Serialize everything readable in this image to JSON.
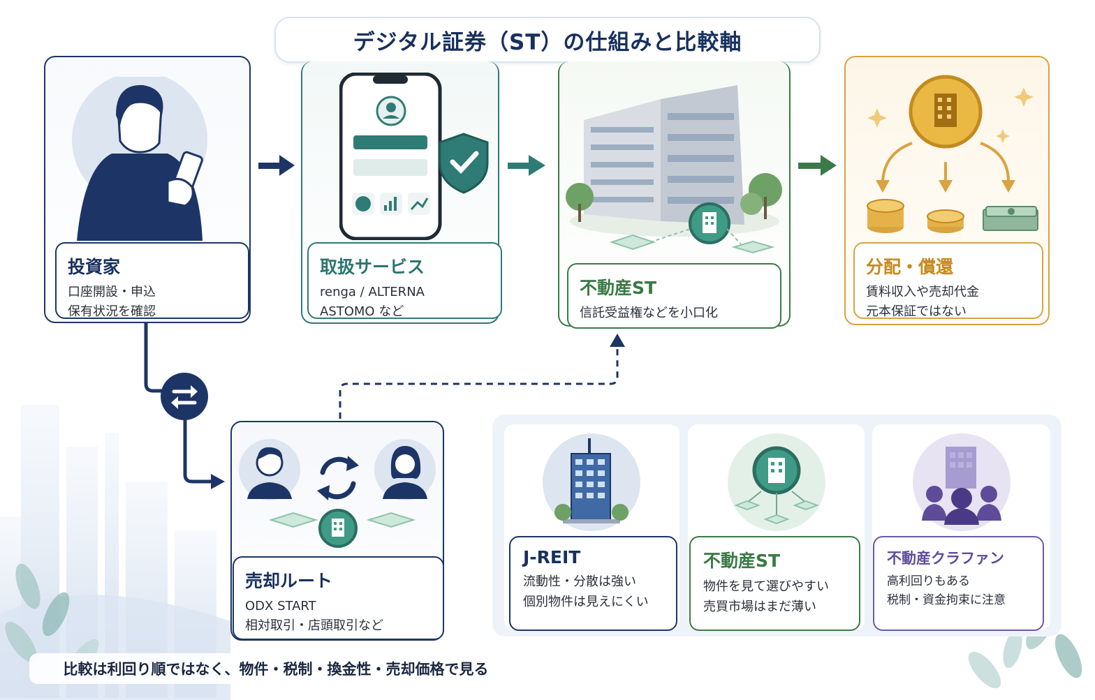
{
  "title": "デジタル証券（ST）の仕組みと比較軸",
  "flow": {
    "investor": {
      "title": "投資家",
      "lines": [
        "口座開設・申込",
        "保有状況を確認"
      ]
    },
    "service": {
      "title": "取扱サービス",
      "lines": [
        "renga / ALTERNA",
        "ASTOMO など"
      ]
    },
    "realestate_st": {
      "title": "不動産ST",
      "lines": [
        "信託受益権などを小口化"
      ]
    },
    "dividend": {
      "title": "分配・償還",
      "lines": [
        "賃料収入や売却代金",
        "元本保証ではない"
      ]
    },
    "sale_route": {
      "title": "売却ルート",
      "lines": [
        "ODX START",
        "相対取引・店頭取引など"
      ]
    }
  },
  "comparison": [
    {
      "title": "J-REIT",
      "lines": [
        "流動性・分散は強い",
        "個別物件は見えにくい"
      ]
    },
    {
      "title": "不動産ST",
      "lines": [
        "物件を見て選びやすい",
        "売買市場はまだ薄い"
      ]
    },
    {
      "title": "不動産クラファン",
      "lines": [
        "高利回りもある",
        "税制・資金拘束に注意"
      ]
    }
  ],
  "footer": "比較は利回り順ではなく、物件・税制・換金性・売却価格で見る",
  "colors": {
    "navy": "#1c3566",
    "teal": "#2f7b75",
    "green": "#3b7a48",
    "gold": "#d9a340",
    "purple": "#6b5aa6"
  },
  "icons": [
    "investor-phone-icon",
    "smartphone-app-icon",
    "shield-check-icon",
    "building-icon",
    "token-coin-icon",
    "coin-stack-icon",
    "cash-bundle-icon",
    "exchange-arrows-icon",
    "refresh-cycle-icon",
    "people-group-icon"
  ]
}
